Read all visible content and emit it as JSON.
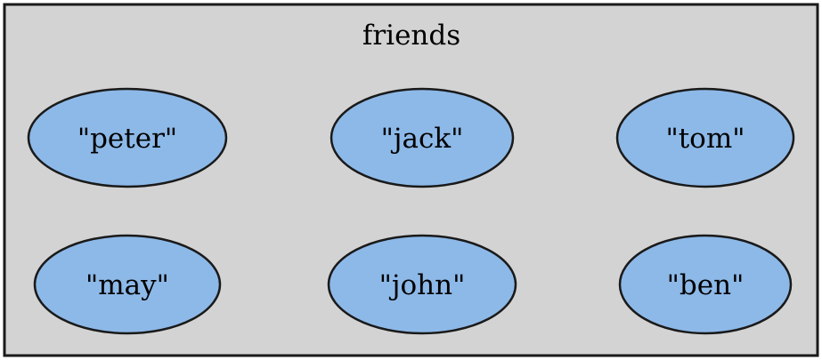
{
  "cluster": {
    "label": "friends",
    "fill_color": "#d3d3d3",
    "border_color": "#1a1a1a"
  },
  "node_style": {
    "fill_color": "#8db9e8",
    "border_color": "#1a1a1a",
    "shape": "ellipse"
  },
  "nodes": [
    {
      "id": "peter",
      "label": "\"peter\""
    },
    {
      "id": "jack",
      "label": "\"jack\""
    },
    {
      "id": "tom",
      "label": "\"tom\""
    },
    {
      "id": "may",
      "label": "\"may\""
    },
    {
      "id": "john",
      "label": "\"john\""
    },
    {
      "id": "ben",
      "label": "\"ben\""
    }
  ]
}
